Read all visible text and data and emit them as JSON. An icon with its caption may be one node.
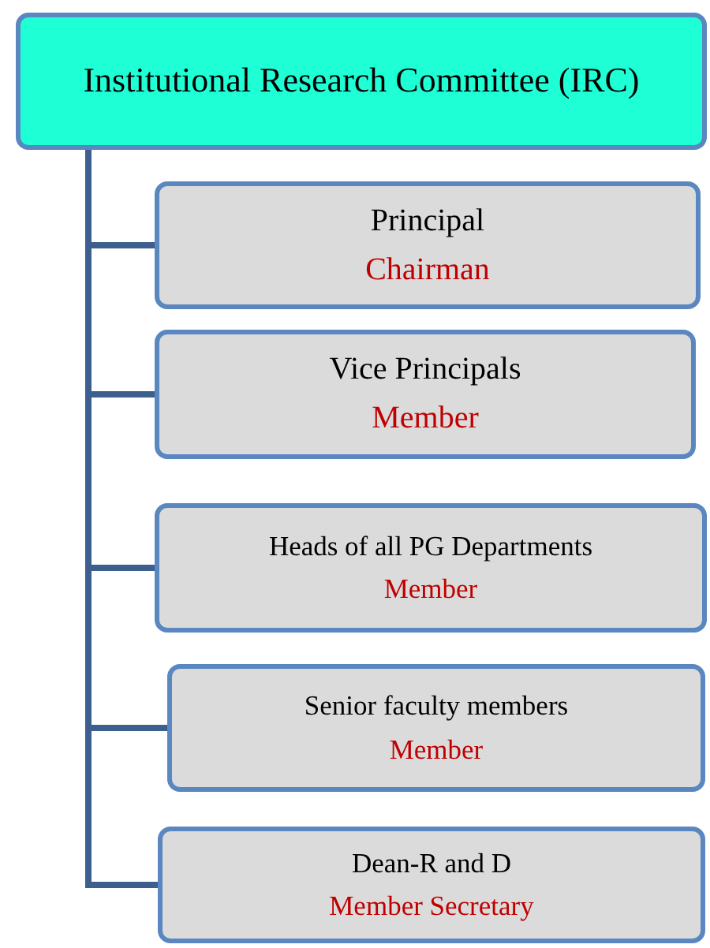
{
  "diagram": {
    "nodes": [
      {
        "text": [
          "Institutional Research Committee (IRC)"
        ]
      },
      {
        "text": [
          "Principal",
          "Chairman"
        ]
      },
      {
        "text": [
          "Vice Principals",
          "Member"
        ]
      },
      {
        "text": [
          "Heads of all PG Departments",
          "Member"
        ]
      },
      {
        "text": [
          "Senior faculty members",
          "Member"
        ]
      },
      {
        "text": [
          "Dean-R and D",
          "Member Secretary"
        ]
      }
    ],
    "edges": [
      {
        "from": 0,
        "to": 1,
        "arrow": "none"
      },
      {
        "from": 0,
        "to": 2,
        "arrow": "none"
      },
      {
        "from": 0,
        "to": 3,
        "arrow": "none"
      },
      {
        "from": 0,
        "to": 4,
        "arrow": "none"
      },
      {
        "from": 0,
        "to": 5,
        "arrow": "none"
      }
    ]
  }
}
